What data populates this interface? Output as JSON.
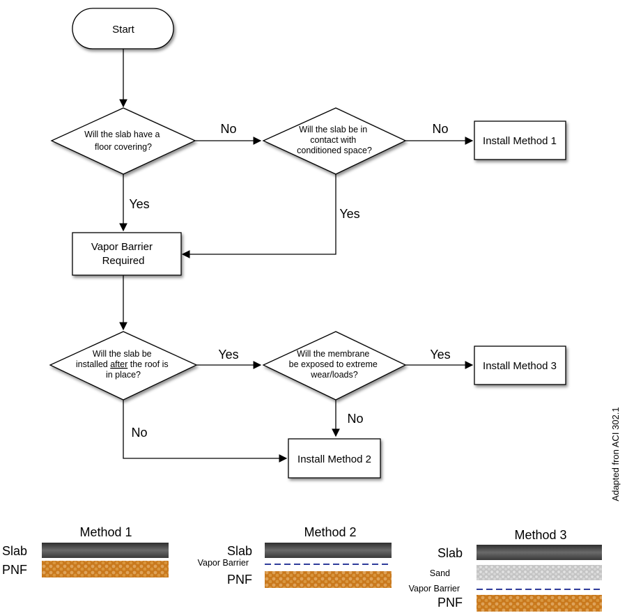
{
  "flowchart": {
    "start": "Start",
    "q_floor_covering": [
      "Will the slab have a",
      "floor covering?"
    ],
    "q_conditioned": [
      "Will the slab be in",
      "contact with",
      "conditioned space?"
    ],
    "vapor_barrier_required": [
      "Vapor Barrier",
      "Required"
    ],
    "q_after_roof": {
      "line1": "Will the slab be",
      "line2_pre": "installed ",
      "line2_underlined": "after",
      "line2_post": " the roof is",
      "line3": "in place?"
    },
    "q_membrane": [
      "Will the membrane",
      "be exposed to extreme",
      "wear/loads?"
    ],
    "method1": "Install Method 1",
    "method2": "Install Method 2",
    "method3": "Install Method 3",
    "edge_labels": {
      "floor_no": "No",
      "floor_yes": "Yes",
      "cond_no": "No",
      "cond_yes": "Yes",
      "roof_yes": "Yes",
      "roof_no": "No",
      "membrane_yes": "Yes",
      "membrane_no": "No"
    }
  },
  "credit": "Adapted fron ACI 302.1",
  "methods": [
    {
      "title": "Method 1",
      "layers": [
        "Slab",
        "PNF"
      ]
    },
    {
      "title": "Method 2",
      "layers": [
        "Slab",
        "Vapor Barrier",
        "PNF"
      ]
    },
    {
      "title": "Method 3",
      "layers": [
        "Slab",
        "Sand",
        "Vapor Barrier",
        "PNF"
      ]
    }
  ],
  "colors": {
    "slab": "#4a4a4a",
    "pnf": "#c97a1c",
    "sand": "#c8c8c8",
    "vapor_barrier": "#2e3b9a"
  }
}
